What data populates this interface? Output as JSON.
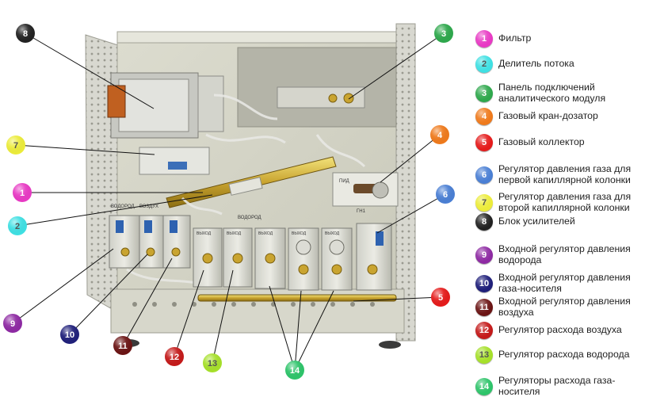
{
  "legend": {
    "items": [
      {
        "num": "1",
        "text": "Фильтр",
        "color": "#e83ac4"
      },
      {
        "num": "2",
        "text": "Делитель потока",
        "color": "#3fe0e3"
      },
      {
        "num": "3",
        "text": "Панель подключений аналитического модуля",
        "color": "#2ea84c"
      },
      {
        "num": "4",
        "text": "Газовый кран-дозатор",
        "color": "#ef7a1c"
      },
      {
        "num": "5",
        "text": "Газовый коллектор",
        "color": "#e51b1b"
      },
      {
        "num": "6",
        "text": "Регулятор давления газа для первой капиллярной колонки",
        "color": "#4a7fd4"
      },
      {
        "num": "7",
        "text": "Регулятор давления газа для второй капиллярной колонки",
        "color": "#ecec3a"
      },
      {
        "num": "8",
        "text": "Блок усилителей",
        "color": "#222222"
      },
      {
        "num": "9",
        "text": "Входной регулятор давления водорода",
        "color": "#8e2aa3"
      },
      {
        "num": "10",
        "text": "Входной регулятор давления газа-носителя",
        "color": "#1f1f7a"
      },
      {
        "num": "11",
        "text": "Входной регулятор давления воздуха",
        "color": "#6b1414"
      },
      {
        "num": "12",
        "text": "Регулятор расхода воздуха",
        "color": "#c41a1a"
      },
      {
        "num": "13",
        "text": "Регулятор расхода водорода",
        "color": "#a6e02a"
      },
      {
        "num": "14",
        "text": "Регуляторы расхода газа-носителя",
        "color": "#2ec46a"
      }
    ]
  },
  "panel_labels": {
    "left_label_1": "ВОДОРОД",
    "left_label_2": "ВОЗДУХ",
    "module_label_a": "ВЫХОД",
    "module_label_b": "ВОДОРОД",
    "valve_label": "ПИД",
    "valve_label_2": "ПИД",
    "right_label": "ГН1"
  }
}
